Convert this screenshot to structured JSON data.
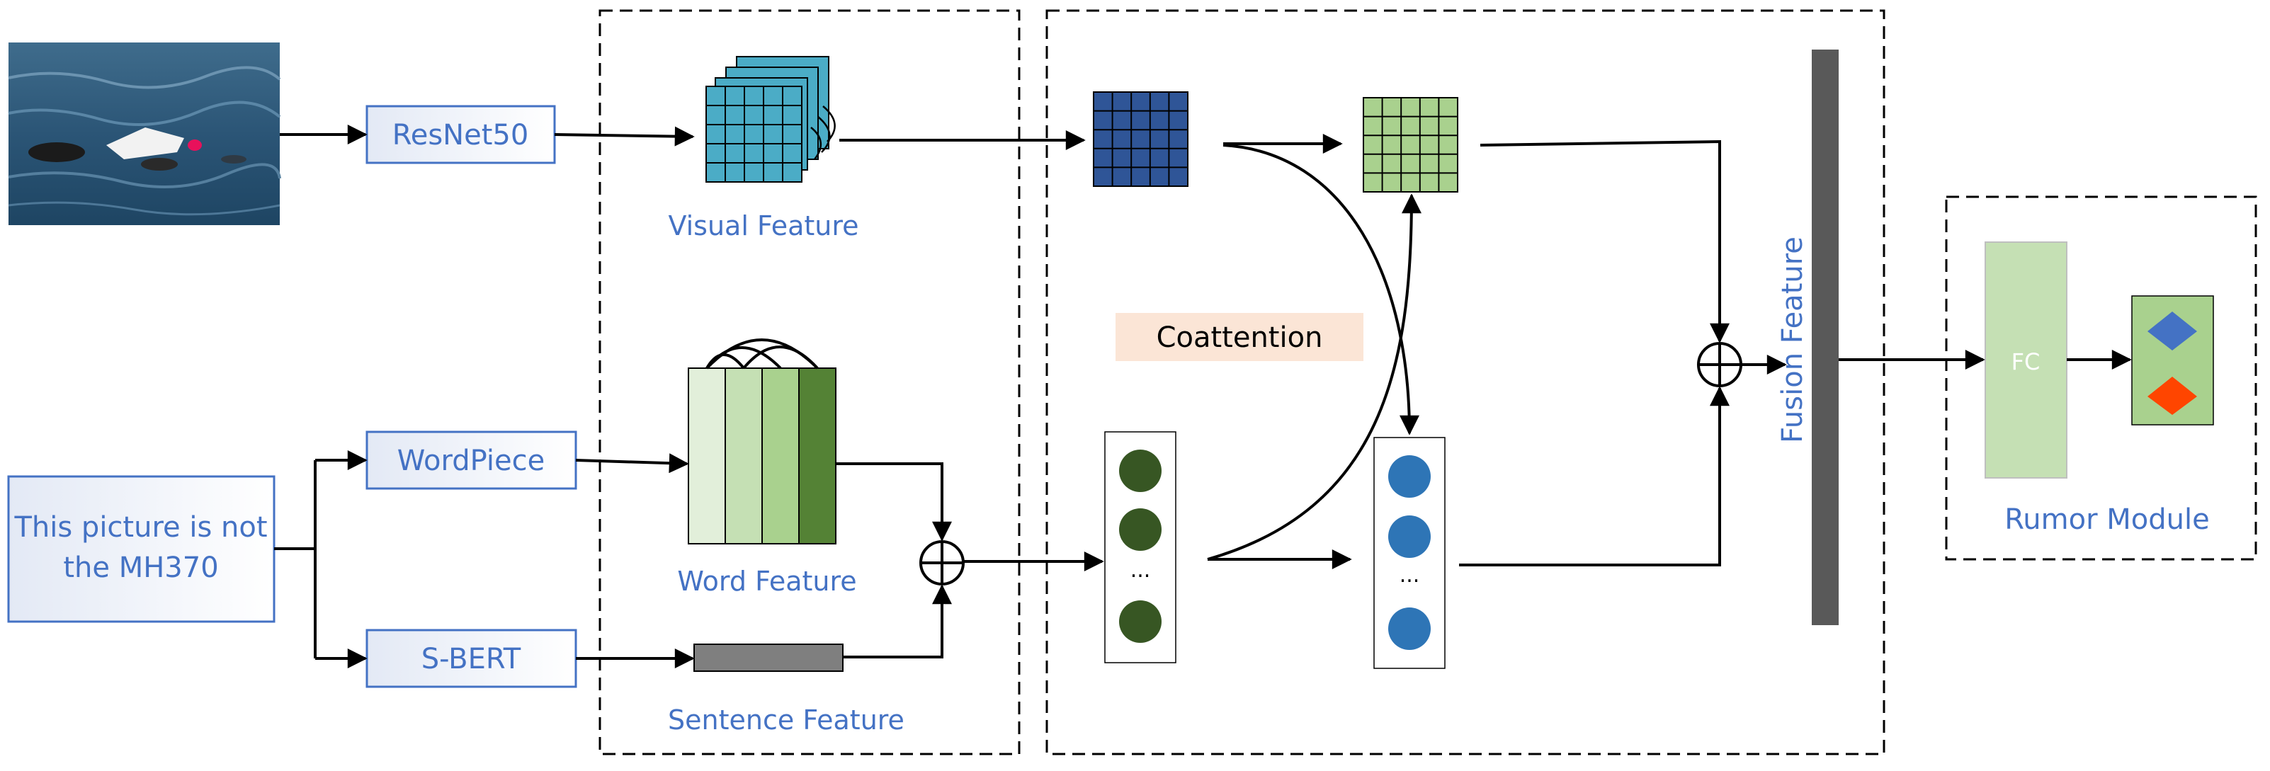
{
  "boxes": {
    "resnet": "ResNet50",
    "wordpiece": "WordPiece",
    "sbert": "S-BERT",
    "fc": "FC"
  },
  "input_text": {
    "line1": "This picture is not",
    "line2": "the MH370"
  },
  "labels": {
    "visual_feature": "Visual Feature",
    "word_feature": "Word Feature",
    "sentence_feature": "Sentence Feature",
    "coattention": "Coattention",
    "fusion_feature": "Fusion Feature",
    "rumor_module": "Rumor Module"
  },
  "ellipsis": "...",
  "colors": {
    "label_blue": "#4472c4",
    "visual_cyan": "#4bacc6",
    "navy_grid": "#2f5597",
    "green_grid": "#a9d18e",
    "dark_green": "#375623",
    "blue_circle": "#2e75b6",
    "fusion_bar": "#595959",
    "fc_green": "#c5e0b4",
    "diamond_blue": "#4472c4",
    "diamond_red": "#ff4500",
    "coattention_bg": "#fbe5d6"
  }
}
